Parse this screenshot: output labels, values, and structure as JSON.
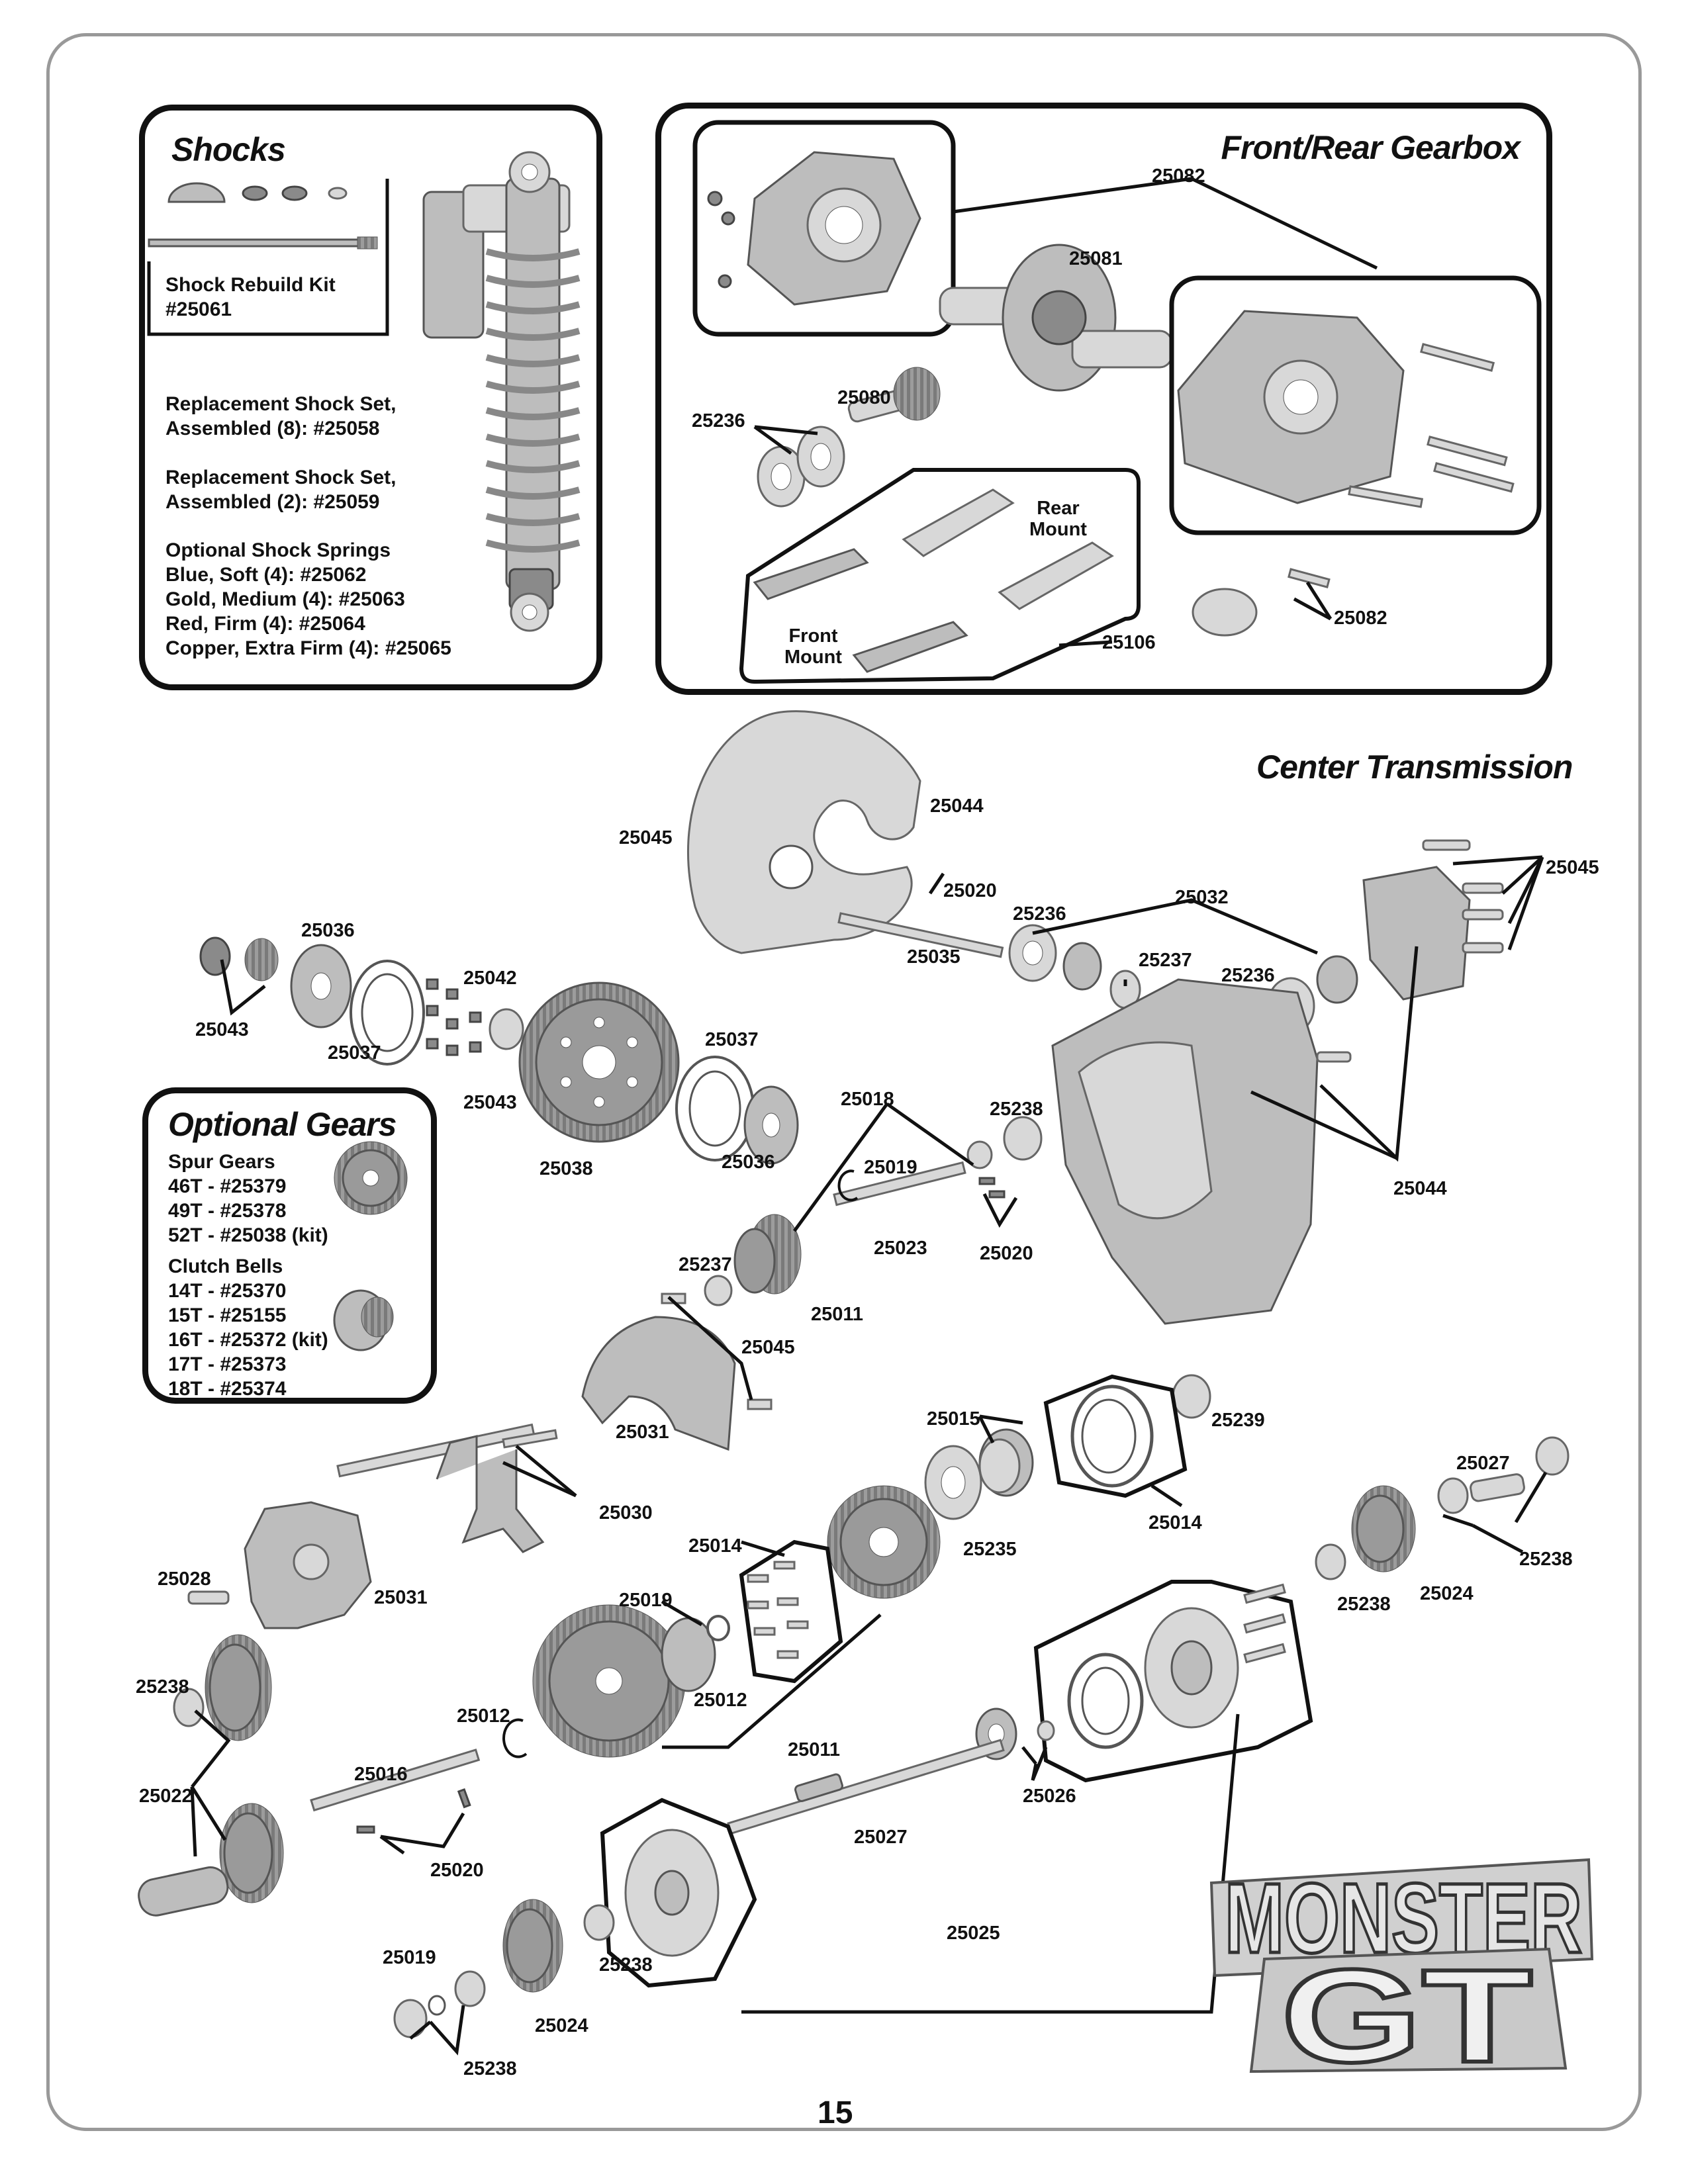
{
  "shocks": {
    "title": "Shocks",
    "rebuild_kit": "Shock Rebuild Kit\n#25061",
    "set8": "Replacement Shock Set,\nAssembled (8): #25058",
    "set2": "Replacement Shock Set,\nAssembled (2): #25059",
    "springs": "Optional Shock Springs\nBlue, Soft (4): #25062\nGold, Medium (4): #25063\nRed, Firm (4): #25064\nCopper, Extra Firm (4): #25065"
  },
  "gearbox": {
    "title": "Front/Rear Gearbox",
    "labels": {
      "p25082_top": "25082",
      "p25081": "25081",
      "p25080": "25080",
      "p25236": "25236",
      "rear_mount": "Rear\nMount",
      "front_mount": "Front\nMount",
      "p25106": "25106",
      "p25082_bottom": "25082"
    }
  },
  "center": {
    "title": "Center Transmission",
    "labels": {
      "a25045": "25045",
      "a25044": "25044",
      "a25020": "25020",
      "a25035": "25035",
      "a25236": "25236",
      "a25032": "25032",
      "a25237": "25237",
      "b25236": "25236",
      "b25045": "25045",
      "a25036": "25036",
      "a25043": "25043",
      "a25037": "25037",
      "a25042": "25042",
      "b25043": "25043",
      "b25037": "25037",
      "a25038": "25038",
      "b25036": "25036",
      "a25018": "25018",
      "a25238": "25238",
      "a25019": "25019",
      "a25023": "25023",
      "b25020": "25020",
      "b25044": "25044",
      "b25237": "25237",
      "a25011": "25011",
      "c25045": "25045",
      "a25031": "25031",
      "a25030": "25030",
      "a25015": "25015",
      "a25239": "25239",
      "a25014": "25014",
      "b25014": "25014",
      "a25235": "25235",
      "a25027": "25027",
      "b25238": "25238",
      "c25238": "25238",
      "a25024": "25024",
      "a25028": "25028",
      "b25031": "25031",
      "b25019": "25019",
      "a25012": "25012",
      "b25011": "25011",
      "d25238": "25238",
      "b25012": "25012",
      "a25016": "25016",
      "a25022": "25022",
      "c25020": "25020",
      "a25026": "25026",
      "b25027": "25027",
      "a25025": "25025",
      "c25019": "25019",
      "e25238": "25238",
      "b25024": "25024",
      "f25238": "25238"
    }
  },
  "optional_gears": {
    "title": "Optional Gears",
    "spur": "Spur Gears\n46T - #25379\n49T - #25378\n52T - #25038 (kit)",
    "bells": "Clutch Bells\n14T - #25370\n15T - #25155\n16T - #25372 (kit)\n17T - #25373\n18T - #25374"
  },
  "logo": {
    "line1": "MONSTER",
    "line2": "GT"
  },
  "page_number": "15"
}
